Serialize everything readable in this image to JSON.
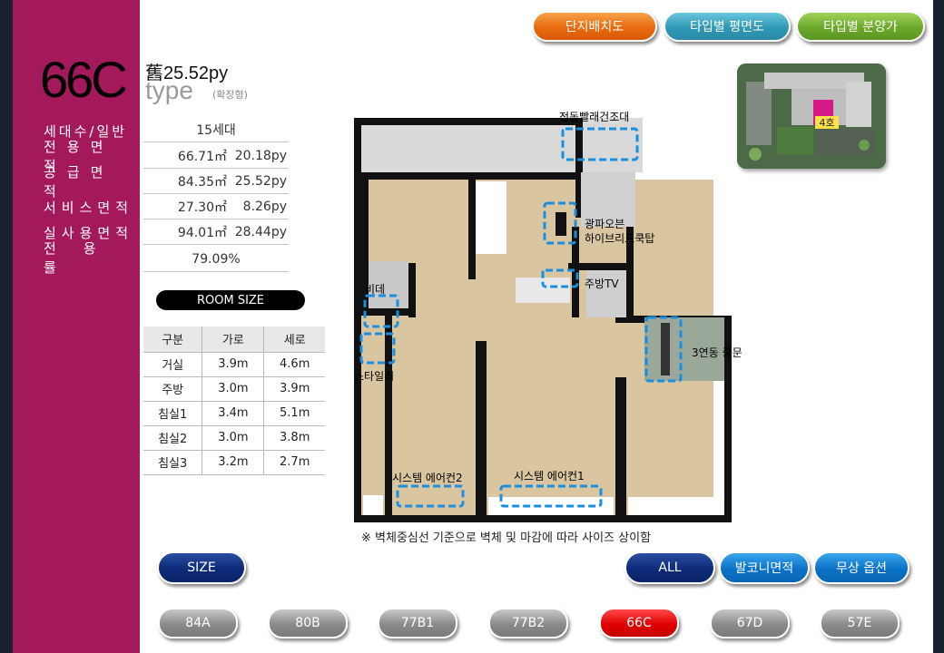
{
  "header_buttons": [
    {
      "label": "단지배치도"
    },
    {
      "label": "타입별 평면도"
    },
    {
      "label": "타입별 분양가"
    }
  ],
  "type_title": {
    "code": "66C",
    "old_py": "舊25.52py",
    "type_word": "type",
    "note": "(확장형)"
  },
  "specs": [
    {
      "label": "세대수/일반",
      "value": "15세대"
    },
    {
      "label": "전용면적",
      "value": "66.71㎡",
      "value2": "20.18py"
    },
    {
      "label": "공급면적",
      "value": "84.35㎡",
      "value2": "25.52py"
    },
    {
      "label": "서비스면적",
      "value": "27.30㎡",
      "value2": "8.26py"
    },
    {
      "label": "실사용면적",
      "value": "94.01㎡",
      "value2": "28.44py"
    },
    {
      "label": "전용률",
      "value": "79.09%"
    }
  ],
  "room_size": {
    "title": "ROOM SIZE",
    "headers": [
      "구분",
      "가로",
      "세로"
    ],
    "rows": [
      [
        "거실",
        "3.9m",
        "4.6m"
      ],
      [
        "주방",
        "3.0m",
        "3.9m"
      ],
      [
        "침실1",
        "3.4m",
        "5.1m"
      ],
      [
        "침실2",
        "3.0m",
        "3.8m"
      ],
      [
        "침실3",
        "3.2m",
        "2.7m"
      ]
    ]
  },
  "site_map": {
    "unit_label": "4호"
  },
  "plan_labels": {
    "laundry": "전동빨래건조대",
    "hood": "광파오븐",
    "cooktop": "하이브리드쿡탑",
    "kitchen_tv": "주방TV",
    "bidet": "비데",
    "styler": "스타일러",
    "door": "3연동 중문",
    "ac2": "시스템 에어컨2",
    "ac1": "시스템 에어컨1"
  },
  "footnote": "※ 벽체중심선 기준으로 벽체 및 마감에 따라 사이즈 상이함",
  "bottom_buttons": {
    "size": "SIZE",
    "all": "ALL",
    "balcony": "발코니면적",
    "free_option": "무상 옵션"
  },
  "type_tabs": [
    {
      "label": "84A"
    },
    {
      "label": "80B"
    },
    {
      "label": "77B1"
    },
    {
      "label": "77B2"
    },
    {
      "label": "66C"
    },
    {
      "label": "67D"
    },
    {
      "label": "57E"
    }
  ],
  "colors": {
    "sidebar": "#a3195b",
    "active_tab": "#e00000",
    "highlight_dash": "#1a8fe0"
  }
}
